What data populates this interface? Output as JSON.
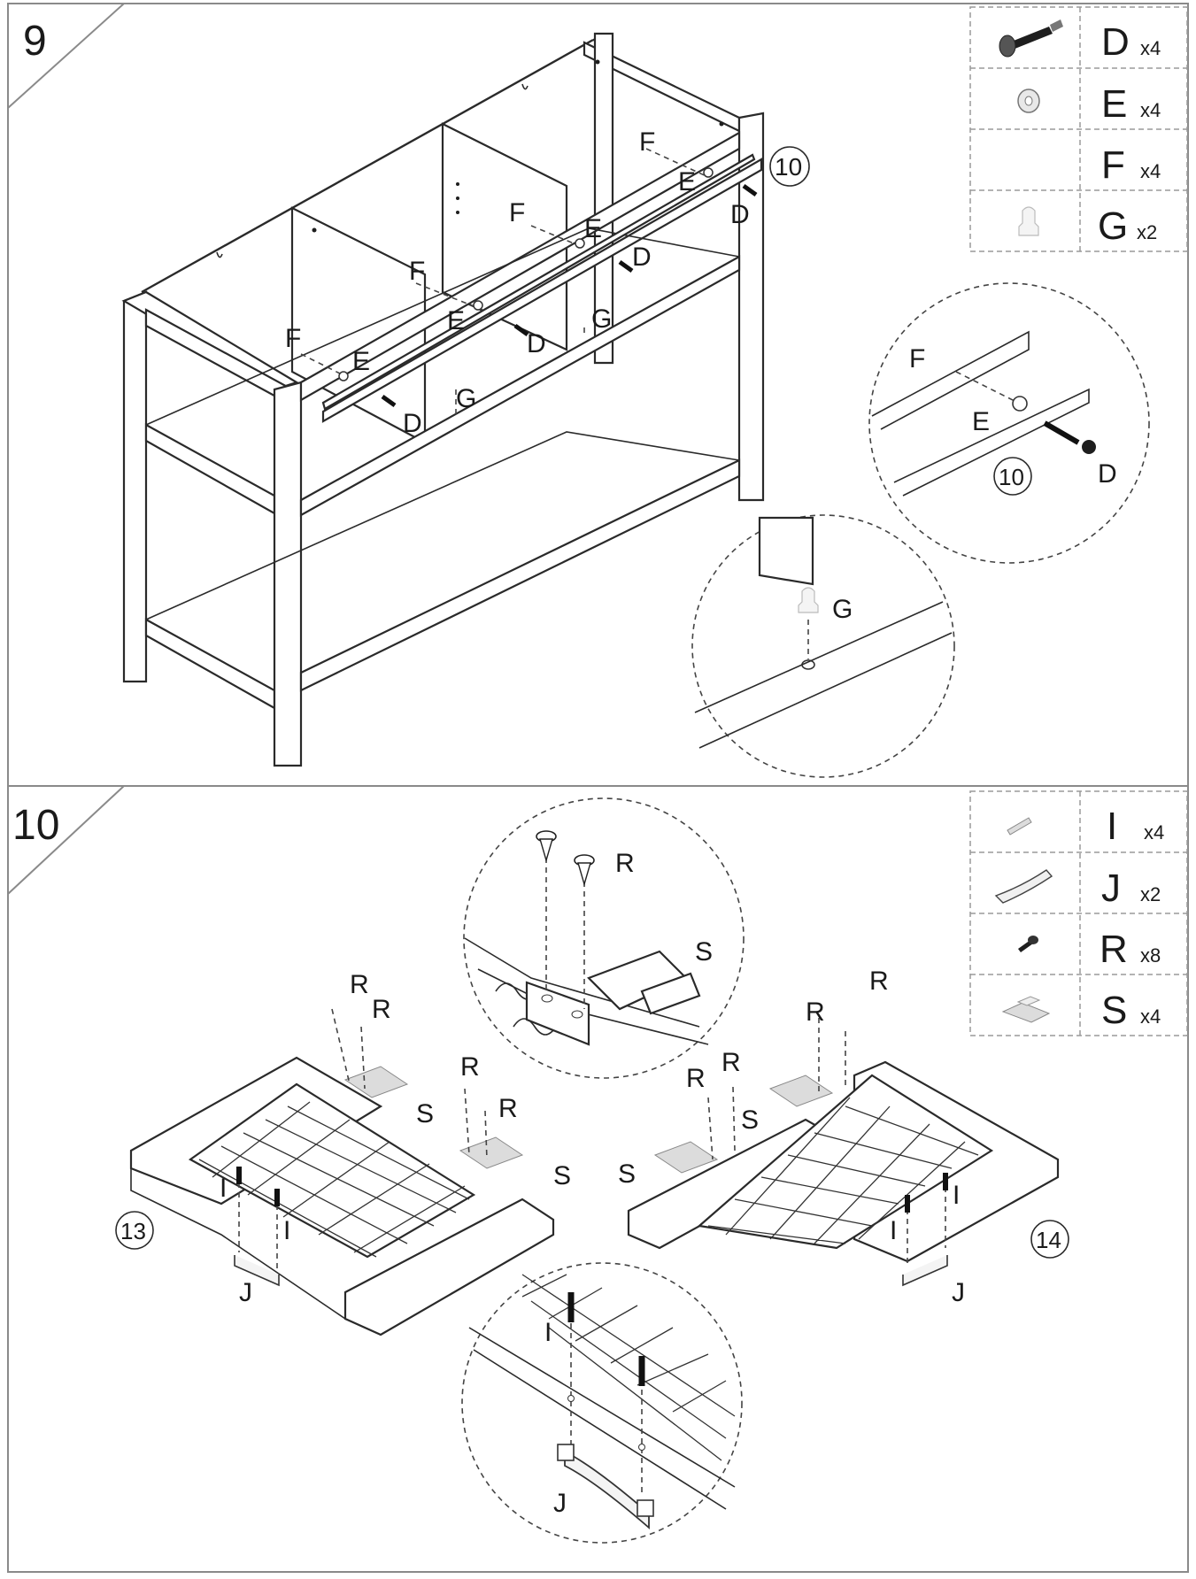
{
  "steps": [
    {
      "number": "9",
      "parts": [
        {
          "letter": "D",
          "qty": "x4",
          "icon": "screw-icon"
        },
        {
          "letter": "E",
          "qty": "x4",
          "icon": "washer-icon"
        },
        {
          "letter": "F",
          "qty": "x4",
          "icon": "dowel-icon"
        },
        {
          "letter": "G",
          "qty": "x2",
          "icon": "shelf-pin-icon"
        }
      ],
      "labels": {
        "F": "F",
        "E": "E",
        "D": "D",
        "G": "G",
        "rail": "10"
      },
      "detail_rail": {
        "F": "F",
        "E": "E",
        "D": "D",
        "rail": "10"
      },
      "detail_pin": {
        "G": "G"
      }
    },
    {
      "number": "10",
      "parts": [
        {
          "letter": "I",
          "qty": "x4",
          "icon": "bolt-icon"
        },
        {
          "letter": "J",
          "qty": "x2",
          "icon": "handle-icon"
        },
        {
          "letter": "R",
          "qty": "x8",
          "icon": "wood-screw-icon"
        },
        {
          "letter": "S",
          "qty": "x4",
          "icon": "hinge-icon"
        }
      ],
      "labels": {
        "R": "R",
        "S": "S",
        "I": "I",
        "J": "J",
        "door_left": "13",
        "door_right": "14"
      }
    }
  ],
  "colors": {
    "line": "#2a2a2a",
    "frame": "#8a8a8a",
    "background": "#ffffff"
  }
}
